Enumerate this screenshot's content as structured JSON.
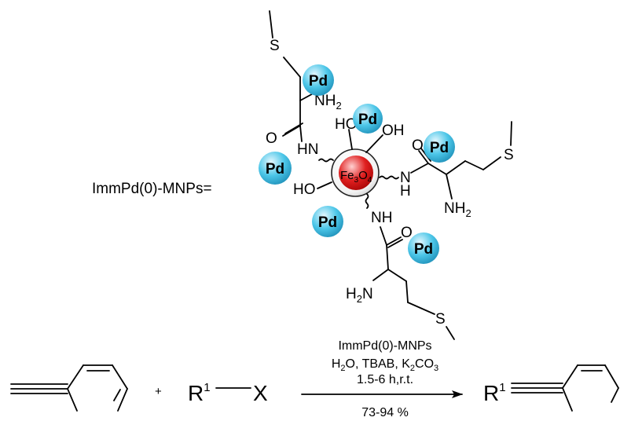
{
  "label": {
    "name": "ImmPd(0)-MNPs="
  },
  "core": {
    "text": "Fe",
    "sub1": "3",
    "mid": "O",
    "sub2": "4",
    "color": "#e02020"
  },
  "pd": {
    "text": "Pd",
    "color": "#4cc6e8"
  },
  "atoms": {
    "S": "S",
    "OH": "OH",
    "HO": "HO",
    "O": "O",
    "HN": "HN",
    "NH": "NH",
    "H": "H",
    "N": "N",
    "NH2": "NH",
    "H2N": "H",
    "two": "2"
  },
  "reaction": {
    "plus": "+",
    "R": "R",
    "sup1": "1",
    "X": "X",
    "reagent": "ImmPd(0)-MNPs",
    "cond_h2o": "H",
    "cond_o": "O, TBAB, K",
    "cond_co": "CO",
    "cond_2": "2",
    "cond_3": "3",
    "time": "1.5-6 h,r.t.",
    "yield": "73-94 %"
  }
}
